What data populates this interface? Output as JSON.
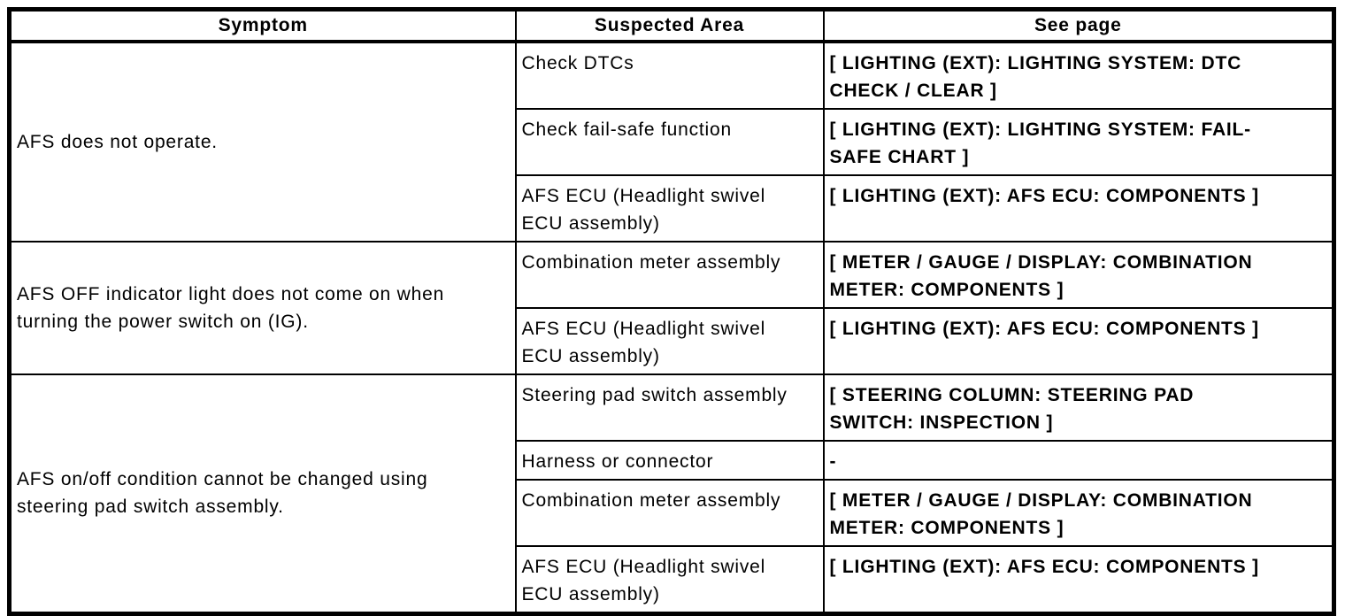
{
  "page": {
    "background_color": "#ffffff",
    "text_color": "#000000",
    "border_color": "#000000"
  },
  "table": {
    "headers": {
      "symptom": "Symptom",
      "suspected_area": "Suspected Area",
      "see_page": "See page"
    },
    "groups": [
      {
        "symptom": "AFS does not operate.",
        "rows": [
          {
            "suspected_area": "Check DTCs",
            "see_page": "[ LIGHTING (EXT): LIGHTING SYSTEM: DTC CHECK / CLEAR ]"
          },
          {
            "suspected_area": "Check fail-safe function",
            "see_page": "[ LIGHTING (EXT): LIGHTING SYSTEM: FAIL-SAFE CHART ]"
          },
          {
            "suspected_area": "AFS ECU (Headlight swivel ECU assembly)",
            "see_page": "[ LIGHTING (EXT): AFS ECU: COMPONENTS ]"
          }
        ]
      },
      {
        "symptom": "AFS OFF indicator light does not come on when turning the power switch on (IG).",
        "rows": [
          {
            "suspected_area": "Combination meter assembly",
            "see_page": "[ METER / GAUGE / DISPLAY: COMBINATION METER: COMPONENTS ]"
          },
          {
            "suspected_area": "AFS ECU (Headlight swivel ECU assembly)",
            "see_page": "[ LIGHTING (EXT): AFS ECU: COMPONENTS ]"
          }
        ]
      },
      {
        "symptom": "AFS on/off condition cannot be changed using steering pad switch assembly.",
        "rows": [
          {
            "suspected_area": "Steering pad switch assembly",
            "see_page": "[ STEERING COLUMN: STEERING PAD SWITCH: INSPECTION ]"
          },
          {
            "suspected_area": "Harness or connector",
            "see_page": "-"
          },
          {
            "suspected_area": "Combination meter assembly",
            "see_page": "[ METER / GAUGE / DISPLAY: COMBINATION METER: COMPONENTS ]"
          },
          {
            "suspected_area": "AFS ECU (Headlight swivel ECU assembly)",
            "see_page": "[ LIGHTING (EXT): AFS ECU: COMPONENTS ]"
          }
        ]
      }
    ]
  }
}
